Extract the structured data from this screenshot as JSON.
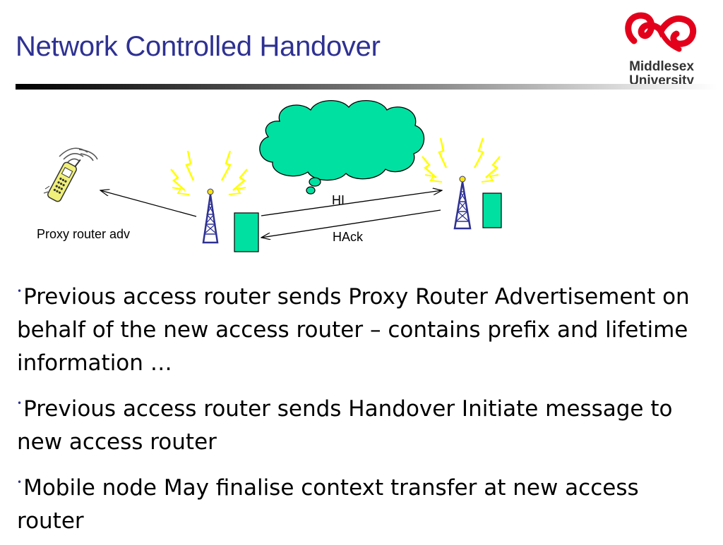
{
  "slide": {
    "title": "Network Controlled Handover",
    "logo": {
      "line1": "Middlesex",
      "line2": "University",
      "brand_color": "#e3001b"
    },
    "accent_color": "#2e3192"
  },
  "diagram": {
    "labels": {
      "proxy_adv": "Proxy router adv",
      "hi": "HI",
      "hack": "HAck"
    },
    "icons": [
      "mobile-phone-icon",
      "radio-tower-icon",
      "access-router-icon",
      "cloud-icon"
    ],
    "colors": {
      "router_fill": "#00e0a0",
      "cloud_fill": "#00e0a0",
      "tower_stroke": "#2e3192",
      "signal": "#ffff00"
    }
  },
  "bullets": [
    {
      "bullet_char": "•",
      "text": "Previous access router sends Proxy Router Advertisement on behalf of the new access router – contains prefix and lifetime information …"
    },
    {
      "bullet_char": "•",
      "text": "Previous access router sends Handover Initiate message to new access router"
    },
    {
      "bullet_char": "•",
      "text": "Mobile node May finalise context transfer at new access router"
    }
  ]
}
